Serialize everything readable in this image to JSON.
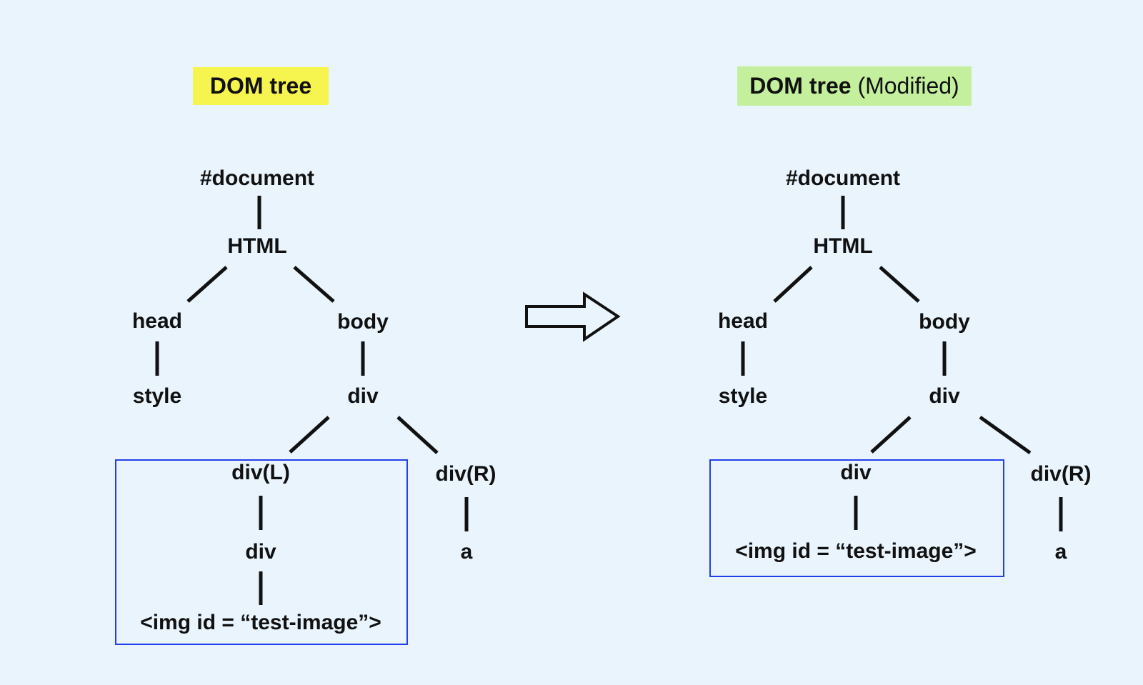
{
  "colors": {
    "background": "#e9f4fd",
    "text": "#111111",
    "line": "#111111",
    "box_border": "#2240ea",
    "highlight_yellow": "#f6f44e",
    "highlight_green": "#c4f09e"
  },
  "titles": {
    "left": {
      "text": "DOM tree"
    },
    "right": {
      "bold": "DOM tree",
      "suffix": " (Modified)"
    }
  },
  "left_tree": {
    "nodes": {
      "document": "#document",
      "html": "HTML",
      "head": "head",
      "body": "body",
      "style": "style",
      "div": "div",
      "div_l": "div(L)",
      "div_r": "div(R)",
      "div_inner": "div",
      "a": "a",
      "img": "<img id = “test-image”>"
    },
    "edges": [
      [
        "document",
        "html"
      ],
      [
        "html",
        "head"
      ],
      [
        "html",
        "body"
      ],
      [
        "head",
        "style"
      ],
      [
        "body",
        "div"
      ],
      [
        "div",
        "div_l"
      ],
      [
        "div",
        "div_r"
      ],
      [
        "div_l",
        "div_inner"
      ],
      [
        "div_inner",
        "img"
      ],
      [
        "div_r",
        "a"
      ]
    ],
    "boxed_nodes": [
      "div_l",
      "div_inner",
      "img"
    ]
  },
  "right_tree": {
    "nodes": {
      "document": "#document",
      "html": "HTML",
      "head": "head",
      "body": "body",
      "style": "style",
      "div": "div",
      "div_boxed": "div",
      "div_r": "div(R)",
      "img": "<img id = “test-image”>",
      "a": "a"
    },
    "edges": [
      [
        "document",
        "html"
      ],
      [
        "html",
        "head"
      ],
      [
        "html",
        "body"
      ],
      [
        "head",
        "style"
      ],
      [
        "body",
        "div"
      ],
      [
        "div",
        "div_boxed"
      ],
      [
        "div",
        "div_r"
      ],
      [
        "div_boxed",
        "img"
      ],
      [
        "div_r",
        "a"
      ]
    ],
    "boxed_nodes": [
      "div_boxed",
      "img"
    ]
  }
}
